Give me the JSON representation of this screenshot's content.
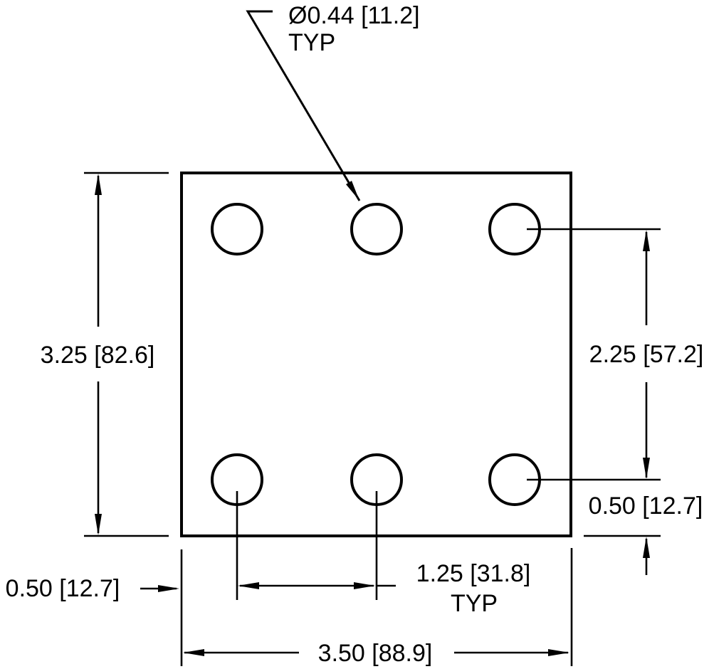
{
  "drawing": {
    "type": "engineering-dimension-drawing",
    "background_color": "#ffffff",
    "line_color": "#000000",
    "plate": {
      "shape": "rectangle",
      "width_label": "3.50 [88.9]",
      "height_label": "3.25 [82.6]",
      "hole_count": 6,
      "hole_rows": 2,
      "hole_columns": 3
    },
    "annotations": {
      "hole_diameter": {
        "label": "Ø0.44 [11.2]",
        "qualifier": "TYP",
        "inches": 0.44,
        "mm": 11.2
      },
      "plate_height": {
        "label": "3.25 [82.6]",
        "inches": 3.25,
        "mm": 82.6
      },
      "hole_row_spacing": {
        "label": "2.25 [57.2]",
        "inches": 2.25,
        "mm": 57.2
      },
      "hole_bottom_edge_offset": {
        "label": "0.50 [12.7]",
        "inches": 0.5,
        "mm": 12.7
      },
      "hole_left_edge_offset": {
        "label": "0.50 [12.7]",
        "inches": 0.5,
        "mm": 12.7
      },
      "hole_column_spacing": {
        "label": "1.25 [31.8]",
        "qualifier": "TYP",
        "inches": 1.25,
        "mm": 31.8
      },
      "plate_width": {
        "label": "3.50 [88.9]",
        "inches": 3.5,
        "mm": 88.9
      }
    }
  }
}
